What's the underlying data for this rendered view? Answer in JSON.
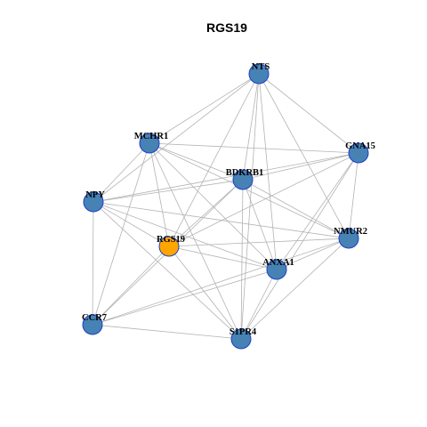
{
  "title": "RGS19",
  "colors": {
    "node_fill": "#4682B4",
    "highlight_fill": "#FFA500",
    "node_stroke": "#1F3FC8",
    "edge": "#B3B3B3"
  },
  "nodes": [
    {
      "id": "NTS",
      "label": "NTS",
      "highlight": false
    },
    {
      "id": "MCHR1",
      "label": "MCHR1",
      "highlight": false
    },
    {
      "id": "GNA15",
      "label": "GNA15",
      "highlight": false
    },
    {
      "id": "BDKRB1",
      "label": "BDKRB1",
      "highlight": false
    },
    {
      "id": "NPY",
      "label": "NPY",
      "highlight": false
    },
    {
      "id": "RGS19",
      "label": "RGS19",
      "highlight": true
    },
    {
      "id": "NMUR2",
      "label": "NMUR2",
      "highlight": false
    },
    {
      "id": "ANXA1",
      "label": "ANXA1",
      "highlight": false
    },
    {
      "id": "CCR7",
      "label": "CCR7",
      "highlight": false
    },
    {
      "id": "S1PR4",
      "label": "S1PR4",
      "highlight": false
    }
  ],
  "edges": [
    [
      "NTS",
      "MCHR1"
    ],
    [
      "NTS",
      "NPY"
    ],
    [
      "NTS",
      "GNA15"
    ],
    [
      "NTS",
      "BDKRB1"
    ],
    [
      "NTS",
      "RGS19"
    ],
    [
      "NTS",
      "ANXA1"
    ],
    [
      "NTS",
      "NMUR2"
    ],
    [
      "NTS",
      "S1PR4"
    ],
    [
      "MCHR1",
      "GNA15"
    ],
    [
      "MCHR1",
      "BDKRB1"
    ],
    [
      "MCHR1",
      "NPY"
    ],
    [
      "MCHR1",
      "RGS19"
    ],
    [
      "MCHR1",
      "ANXA1"
    ],
    [
      "MCHR1",
      "NMUR2"
    ],
    [
      "MCHR1",
      "CCR7"
    ],
    [
      "MCHR1",
      "S1PR4"
    ],
    [
      "GNA15",
      "BDKRB1"
    ],
    [
      "GNA15",
      "NPY"
    ],
    [
      "GNA15",
      "RGS19"
    ],
    [
      "GNA15",
      "ANXA1"
    ],
    [
      "GNA15",
      "S1PR4"
    ],
    [
      "GNA15",
      "NMUR2"
    ],
    [
      "BDKRB1",
      "NPY"
    ],
    [
      "BDKRB1",
      "RGS19"
    ],
    [
      "BDKRB1",
      "ANXA1"
    ],
    [
      "BDKRB1",
      "NMUR2"
    ],
    [
      "BDKRB1",
      "CCR7"
    ],
    [
      "BDKRB1",
      "S1PR4"
    ],
    [
      "NPY",
      "RGS19"
    ],
    [
      "NPY",
      "NMUR2"
    ],
    [
      "NPY",
      "ANXA1"
    ],
    [
      "NPY",
      "CCR7"
    ],
    [
      "NPY",
      "S1PR4"
    ],
    [
      "RGS19",
      "NMUR2"
    ],
    [
      "RGS19",
      "ANXA1"
    ],
    [
      "RGS19",
      "CCR7"
    ],
    [
      "RGS19",
      "S1PR4"
    ],
    [
      "NMUR2",
      "ANXA1"
    ],
    [
      "NMUR2",
      "CCR7"
    ],
    [
      "NMUR2",
      "S1PR4"
    ],
    [
      "ANXA1",
      "CCR7"
    ],
    [
      "ANXA1",
      "S1PR4"
    ],
    [
      "CCR7",
      "S1PR4"
    ]
  ]
}
